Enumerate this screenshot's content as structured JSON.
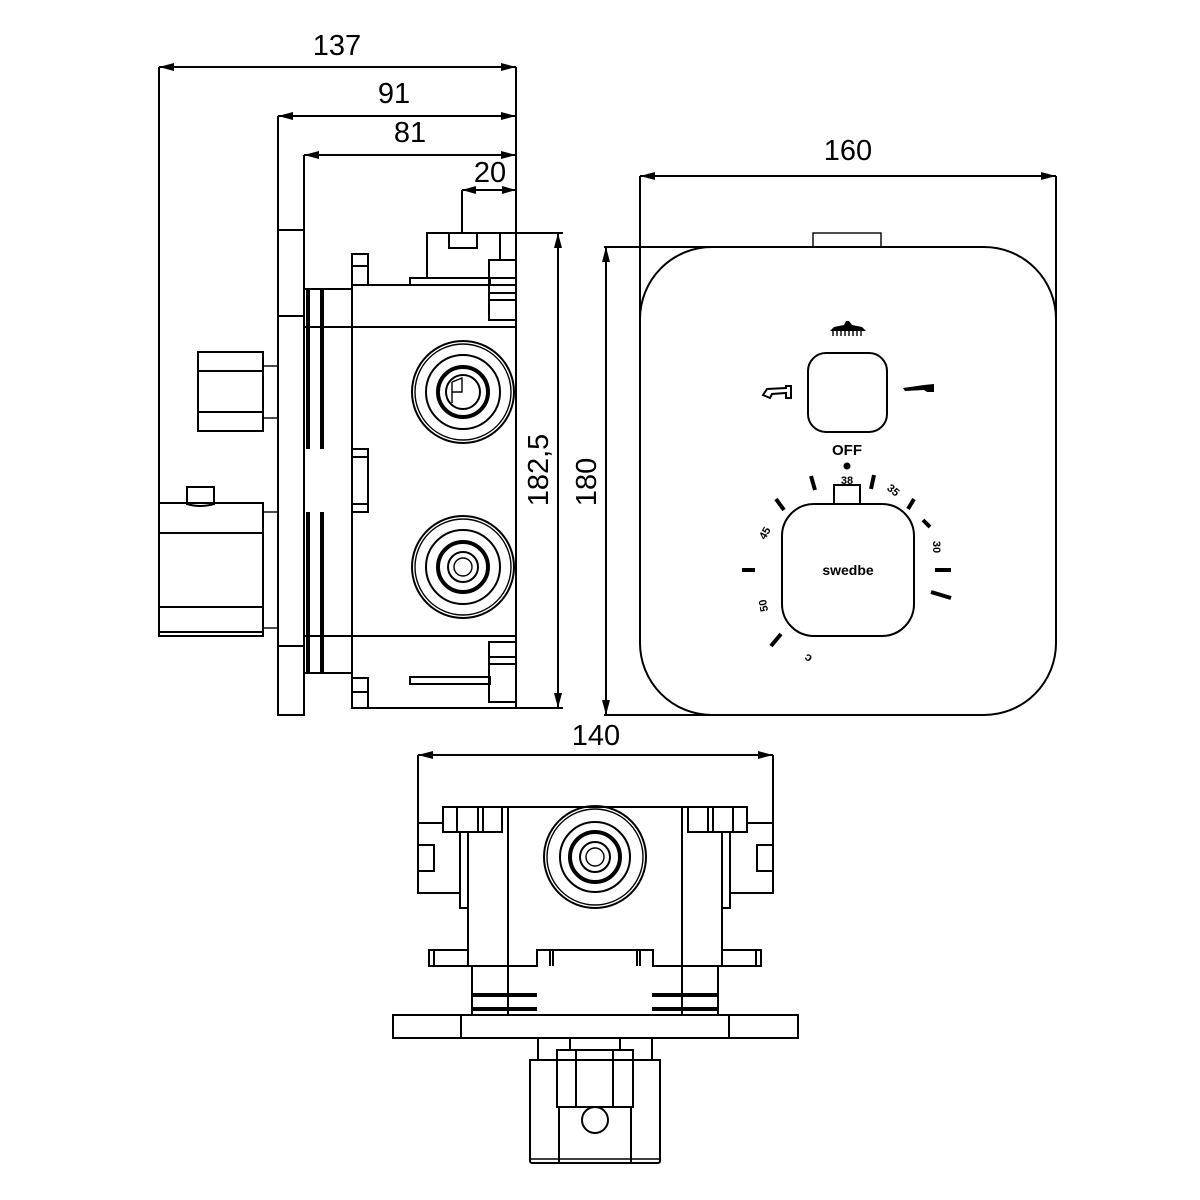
{
  "drawing": {
    "title": "Thermostatic concealed shower valve – technical drawing",
    "views": [
      "side-view",
      "front-view",
      "top-view"
    ]
  },
  "dimensions": {
    "side_overall_depth": "137",
    "side_depth_91": "91",
    "side_depth_81": "81",
    "side_depth_20": "20",
    "side_body_height": "182,5",
    "front_plate_height": "180",
    "front_plate_width": "160",
    "top_body_width": "140"
  },
  "front_plate": {
    "brand": "swedbe",
    "off_label": "OFF",
    "diverter_icons": [
      "shower-head-icon",
      "bath-spout-icon",
      "hand-shower-icon"
    ],
    "temperature_scale": {
      "labels": [
        "38",
        "35",
        "30",
        "45",
        "50",
        "c"
      ],
      "set_point": "38"
    }
  }
}
